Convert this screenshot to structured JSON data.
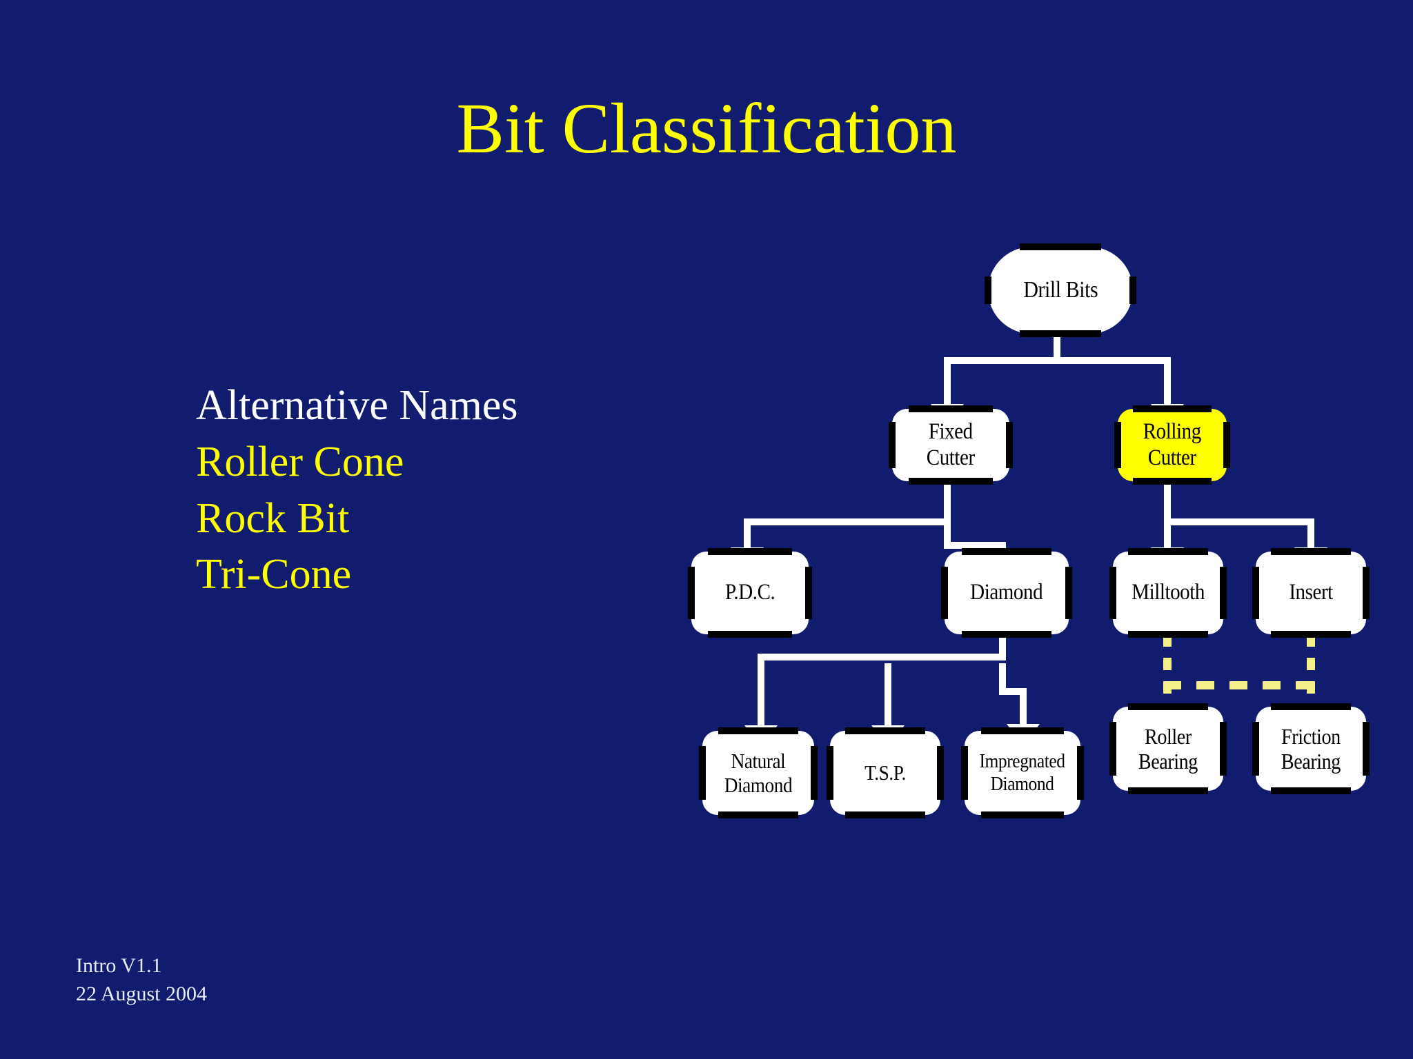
{
  "slide": {
    "title": "Bit Classification",
    "background_color": "#111c6e",
    "accent_color": "#ffff00",
    "text_color": "#ffffff"
  },
  "alt_names": {
    "heading": "Alternative Names",
    "items": [
      "Roller Cone",
      "Rock Bit",
      "Tri-Cone"
    ]
  },
  "footer": {
    "version": "Intro V1.1",
    "date": "22 August 2004"
  },
  "chart_data": {
    "type": "diagram",
    "title": "Bit Classification",
    "layout": "hierarchical tree, top-down",
    "nodes": [
      {
        "id": "drill-bits",
        "label": "Drill Bits",
        "shape": "oval",
        "fill": "#ffffff"
      },
      {
        "id": "fixed-cutter",
        "label": "Fixed Cutter",
        "shape": "rounded",
        "fill": "#ffffff"
      },
      {
        "id": "rolling-cutter",
        "label": "Rolling Cutter",
        "shape": "rounded",
        "fill": "#ffff00",
        "highlighted": true
      },
      {
        "id": "pdc",
        "label": "P.D.C.",
        "shape": "rounded",
        "fill": "#ffffff"
      },
      {
        "id": "diamond",
        "label": "Diamond",
        "shape": "rounded",
        "fill": "#ffffff"
      },
      {
        "id": "milltooth",
        "label": "Milltooth",
        "shape": "rounded",
        "fill": "#ffffff"
      },
      {
        "id": "insert",
        "label": "Insert",
        "shape": "rounded",
        "fill": "#ffffff"
      },
      {
        "id": "natural-diamond",
        "label": "Natural Diamond",
        "shape": "rounded",
        "fill": "#ffffff"
      },
      {
        "id": "tsp",
        "label": "T.S.P.",
        "shape": "rounded",
        "fill": "#ffffff"
      },
      {
        "id": "impregnated",
        "label": "Impregnated Diamond",
        "shape": "rounded",
        "fill": "#ffffff"
      },
      {
        "id": "roller-bearing",
        "label": "Roller Bearing",
        "shape": "rounded",
        "fill": "#ffffff"
      },
      {
        "id": "friction-bearing",
        "label": "Friction Bearing",
        "shape": "rounded",
        "fill": "#ffffff"
      }
    ],
    "edges": [
      {
        "from": "drill-bits",
        "to": "fixed-cutter",
        "style": "solid",
        "color": "#ffffff"
      },
      {
        "from": "drill-bits",
        "to": "rolling-cutter",
        "style": "solid",
        "color": "#ffffff"
      },
      {
        "from": "fixed-cutter",
        "to": "pdc",
        "style": "solid",
        "color": "#ffffff"
      },
      {
        "from": "fixed-cutter",
        "to": "diamond",
        "style": "solid",
        "color": "#ffffff"
      },
      {
        "from": "rolling-cutter",
        "to": "milltooth",
        "style": "solid",
        "color": "#ffffff"
      },
      {
        "from": "rolling-cutter",
        "to": "insert",
        "style": "solid",
        "color": "#ffffff"
      },
      {
        "from": "diamond",
        "to": "natural-diamond",
        "style": "solid",
        "color": "#ffffff"
      },
      {
        "from": "diamond",
        "to": "tsp",
        "style": "solid",
        "color": "#ffffff"
      },
      {
        "from": "diamond",
        "to": "impregnated",
        "style": "solid",
        "color": "#ffffff"
      },
      {
        "from": "milltooth",
        "to": "roller-bearing",
        "style": "dashed",
        "color": "#f5f08a"
      },
      {
        "from": "milltooth",
        "to": "friction-bearing",
        "style": "dashed",
        "color": "#f5f08a"
      },
      {
        "from": "insert",
        "to": "roller-bearing",
        "style": "dashed",
        "color": "#f5f08a"
      },
      {
        "from": "insert",
        "to": "friction-bearing",
        "style": "dashed",
        "color": "#f5f08a"
      }
    ]
  },
  "nodes": {
    "drill_bits": "Drill Bits",
    "fixed_cutter_l1": "Fixed",
    "fixed_cutter_l2": "Cutter",
    "rolling_cutter_l1": "Rolling",
    "rolling_cutter_l2": "Cutter",
    "pdc": "P.D.C.",
    "diamond": "Diamond",
    "milltooth": "Milltooth",
    "insert": "Insert",
    "natural_diamond_l1": "Natural",
    "natural_diamond_l2": "Diamond",
    "tsp": "T.S.P.",
    "impregnated_l1": "Impregnated",
    "impregnated_l2": "Diamond",
    "roller_bearing_l1": "Roller",
    "roller_bearing_l2": "Bearing",
    "friction_bearing_l1": "Friction",
    "friction_bearing_l2": "Bearing"
  }
}
